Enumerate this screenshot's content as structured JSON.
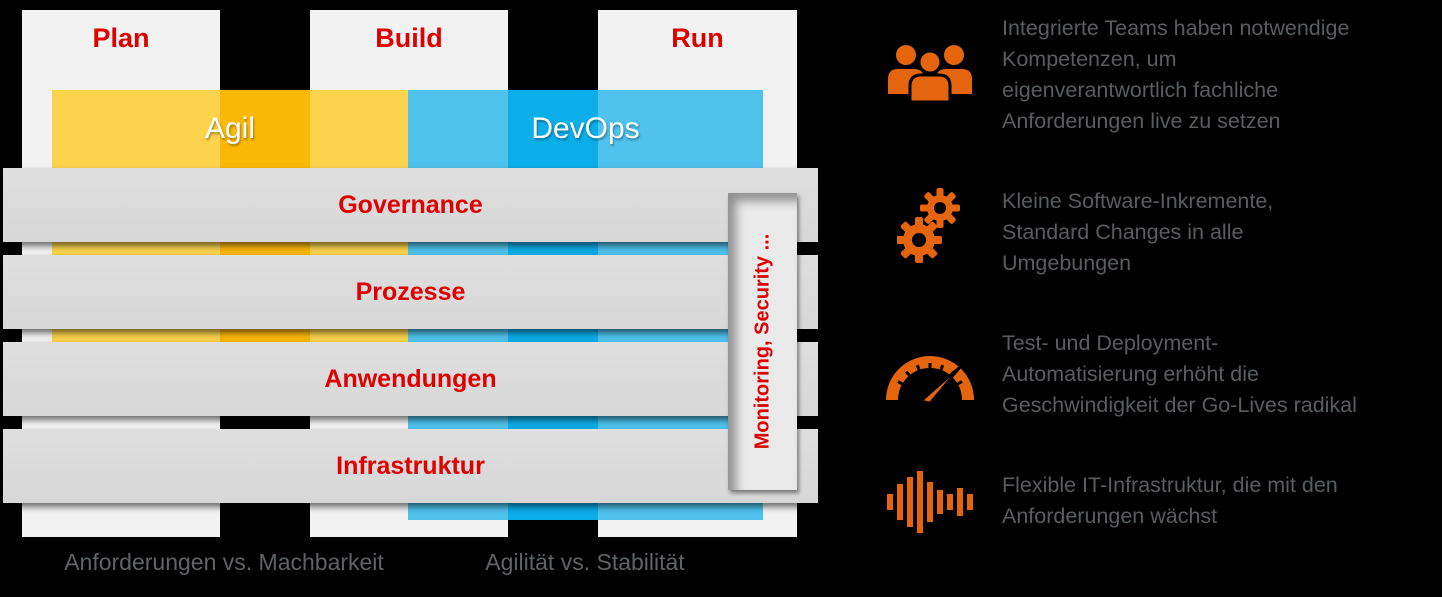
{
  "framework": {
    "columns": [
      {
        "label": "Plan"
      },
      {
        "label": "Build"
      },
      {
        "label": "Run"
      }
    ],
    "bands": [
      {
        "label": "Agil"
      },
      {
        "label": "DevOps"
      }
    ],
    "layers": [
      {
        "label": "Governance"
      },
      {
        "label": "Prozesse"
      },
      {
        "label": "Anwendungen"
      },
      {
        "label": "Infrastruktur"
      }
    ],
    "vertical_bar": {
      "label": "Monitoring, Security ..."
    },
    "captions": [
      {
        "text": "Anforderungen vs. Machbarkeit"
      },
      {
        "text": "Agilität vs. Stabilität"
      }
    ]
  },
  "benefits": [
    {
      "icon": "team-icon",
      "lines": [
        "Integrierte Teams haben notwendige",
        "Kompetenzen, um",
        "eigenverantwortlich fachliche",
        "Anforderungen live zu setzen"
      ]
    },
    {
      "icon": "gears-icon",
      "lines": [
        "Kleine Software-Inkremente,",
        "Standard Changes in alle",
        "Umgebungen"
      ]
    },
    {
      "icon": "speedometer-icon",
      "lines": [
        "Test- und Deployment-",
        "Automatisierung erhöht die",
        "Geschwindigkeit der Go-Lives radikal"
      ]
    },
    {
      "icon": "audio-wave-icon",
      "lines": [
        "Flexible IT-Infrastruktur, die mit den",
        "Anforderungen wächst"
      ]
    }
  ],
  "colors": {
    "background": "#000000",
    "column_bg": "#F2F2F2",
    "layer_bar": "#DBDBDB",
    "vertical_bar_bg": "#EAEAEA",
    "agil_light": "#FBD34C",
    "agil_dark": "#FCB808",
    "devops_light": "#4FC3ED",
    "devops_dark": "#0CAEE9",
    "red_label": "#DF0000",
    "caption_gray": "#5E6366",
    "benefit_text_gray": "#585D5F",
    "icon_orange": "#E5640E"
  }
}
